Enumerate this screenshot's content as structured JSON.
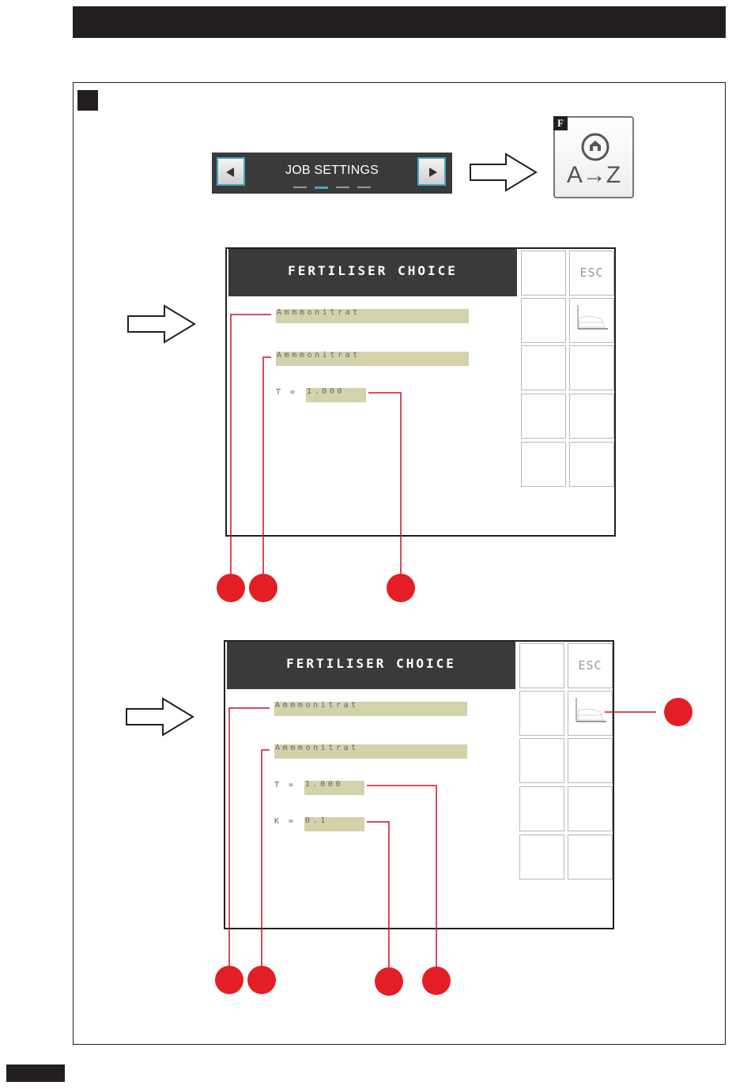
{
  "nav": {
    "title": "JOB SETTINGS",
    "left_icon": "left-arrow-icon",
    "right_icon": "right-arrow-icon"
  },
  "az_button": {
    "badge": "F",
    "label": "A→Z",
    "icon": "fertiliser-az-icon"
  },
  "screen1": {
    "title": "FERTILISER CHOICE",
    "esc_label": "ESC",
    "field1": "Ammmonitrat",
    "field2": "Ammmonitrat",
    "t_label": "T =",
    "t_value": "1.000"
  },
  "screen2": {
    "title": "FERTILISER CHOICE",
    "esc_label": "ESC",
    "field1": "Ammmonitrat",
    "field2": "Ammmonitrat",
    "t_label": "T =",
    "t_value": "1.000",
    "k_label": "K =",
    "k_value": "0.1"
  },
  "colors": {
    "dark": "#231f20",
    "screen_header": "#3a3a3a",
    "field_bg": "#d4d2ab",
    "callout": "#e31e24",
    "accent": "#3fa9c6"
  }
}
